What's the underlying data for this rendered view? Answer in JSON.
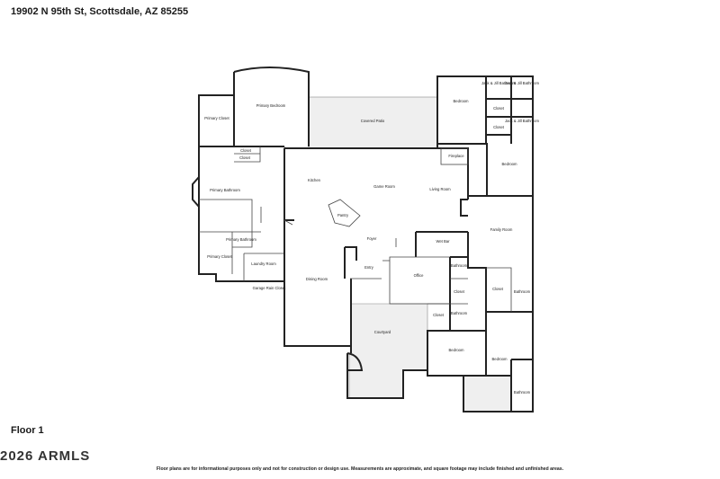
{
  "header": {
    "address": "19902 N 95th St, Scottsdale, AZ 85255"
  },
  "floor_label": "Floor 1",
  "copyright": "2026 ARMLS",
  "disclaimer": "Floor plans are for informational purposes only and not for construction or design use. Measurements are approximate, and square footage may include finished and unfinished areas.",
  "rooms": {
    "primary_closet_top": "Primary Closet",
    "primary_bedroom": "Primary Bedroom",
    "covered_patio": "Covered Patio",
    "bedroom_ne": "Bedroom",
    "jack_jill_1": "Jack & Jill Bathroom",
    "jack_jill_2": "Jack & Jill Bathroom",
    "jack_jill_3": "Jack & Jill Bathroom",
    "closet_ne1": "Closet",
    "closet_ne2": "Closet",
    "closet_a": "Closet",
    "closet_b": "Closet",
    "fireplace": "Fireplace",
    "kitchen": "Kitchen",
    "game_room": "Game Room",
    "living_room": "Living Room",
    "bedroom_e": "Bedroom",
    "primary_bathroom": "Primary Bathroom",
    "pantry": "Pantry",
    "family_room": "Family Room",
    "primary_bathroom_2": "Primary Bathroom",
    "foyer": "Foyer",
    "wet_bar": "Wet Bar",
    "primary_closet_bottom": "Primary Closet",
    "laundry_room": "Laundry Room",
    "entry": "Entry",
    "bathroom_mid": "Bathroom",
    "office": "Office",
    "dining_room": "Dining Room",
    "garage_rain_closet": "Garage Rain Closet",
    "closet_c": "Closet",
    "closet_d": "Closet",
    "bathroom_e2": "Bathroom",
    "closet_e": "Closet",
    "bathroom_s": "Bathroom",
    "courtyard": "Courtyard",
    "bedroom_s": "Bedroom",
    "bedroom_se": "Bedroom",
    "bathroom_se": "Bathroom"
  }
}
